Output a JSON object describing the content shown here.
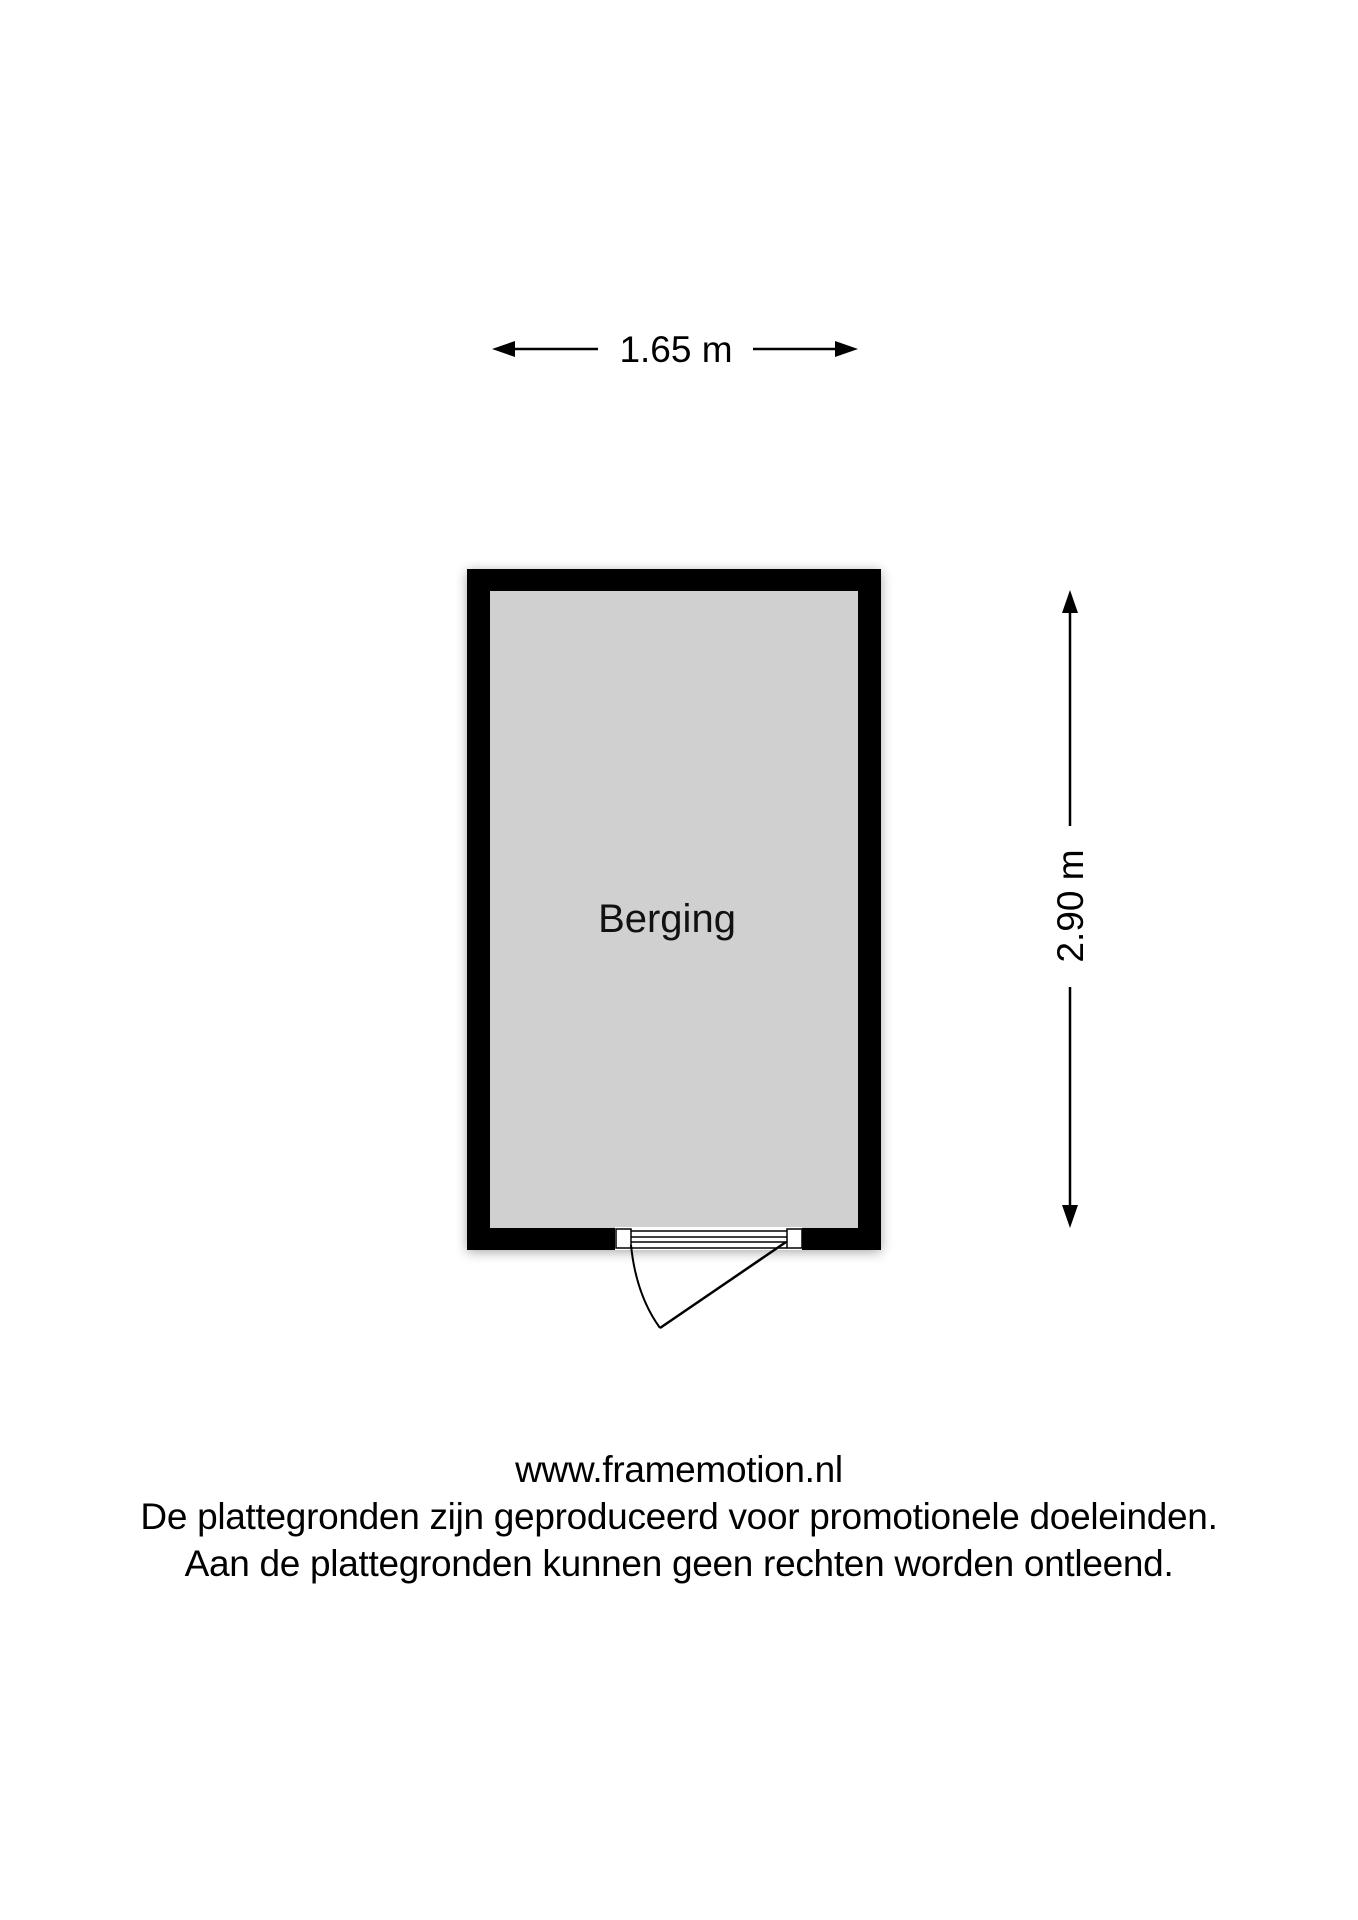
{
  "floorplan": {
    "dimensions": {
      "width_label": "1.65 m",
      "height_label": "2.90 m"
    },
    "rooms": [
      {
        "name": "Berging",
        "fill_color": "#d0d0d0"
      }
    ],
    "wall_color": "#000000",
    "door": {
      "type": "swing-door",
      "location": "bottom-wall"
    }
  },
  "footer": {
    "website": "www.framemotion.nl",
    "disclaimer_line1": "De plattegronden zijn geproduceerd voor promotionele doeleinden.",
    "disclaimer_line2": "Aan de plattegronden kunnen geen rechten worden ontleend."
  }
}
